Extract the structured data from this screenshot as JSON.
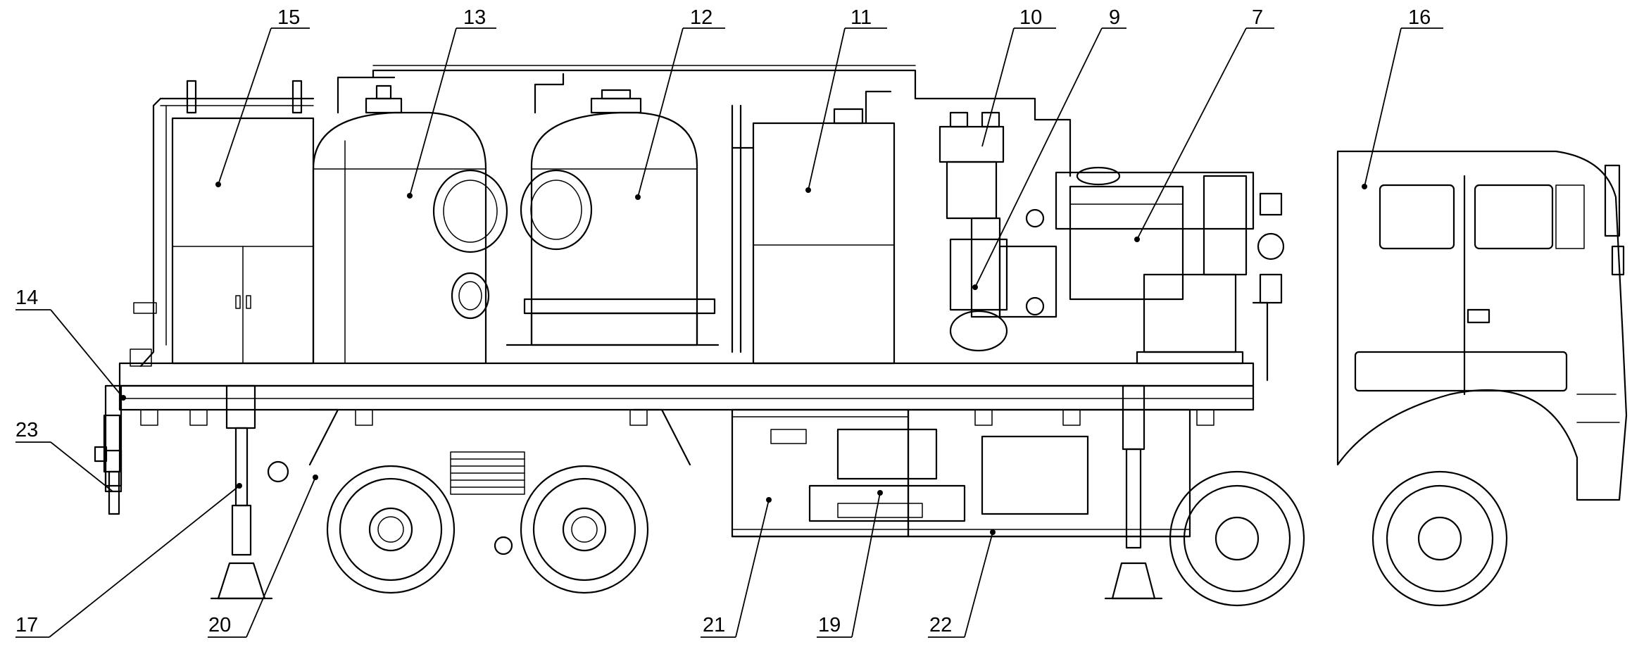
{
  "callouts": {
    "c15": "15",
    "c13": "13",
    "c12": "12",
    "c11": "11",
    "c10": "10",
    "c9": "9",
    "c7": "7",
    "c16": "16",
    "c14": "14",
    "c23": "23",
    "c17": "17",
    "c20": "20",
    "c21": "21",
    "c19": "19",
    "c22": "22"
  },
  "colors": {
    "line": "#000000",
    "background": "#ffffff"
  }
}
